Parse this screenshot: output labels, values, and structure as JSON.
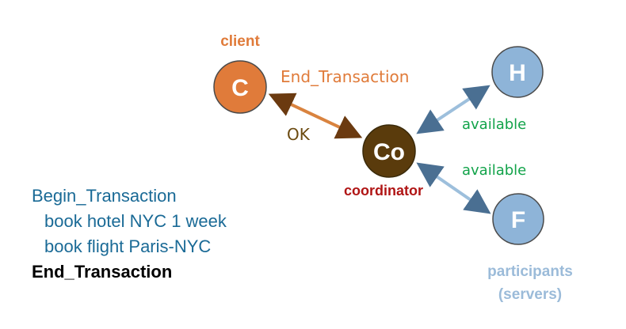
{
  "nodes": {
    "client": {
      "letter": "C",
      "caption": "client"
    },
    "coordinator": {
      "letter": "Co",
      "caption": "coordinator"
    },
    "hotel": {
      "letter": "H"
    },
    "flight": {
      "letter": "F"
    }
  },
  "messages": {
    "end_transaction": "End_Transaction",
    "ok": "OK",
    "available_top": "available",
    "available_bottom": "available"
  },
  "participants_caption": {
    "line1": "participants",
    "line2": "(servers)"
  },
  "transaction": {
    "begin": "Begin_Transaction",
    "steps": [
      "book hotel NYC 1 week",
      "book flight Paris-NYC"
    ],
    "end": "End_Transaction"
  },
  "colors": {
    "client_fill": "#e07b3a",
    "client_text": "#e07b3a",
    "coordinator_fill": "#5a3b0c",
    "coordinator_text": "#b01515",
    "participant_fill": "#8eb4d8",
    "participant_text": "#9bbbd9",
    "arrow_client": "#d9833f",
    "arrow_participant": "#9dbfdc",
    "available_text": "#12a34a",
    "ok_text": "#6b4a10"
  }
}
